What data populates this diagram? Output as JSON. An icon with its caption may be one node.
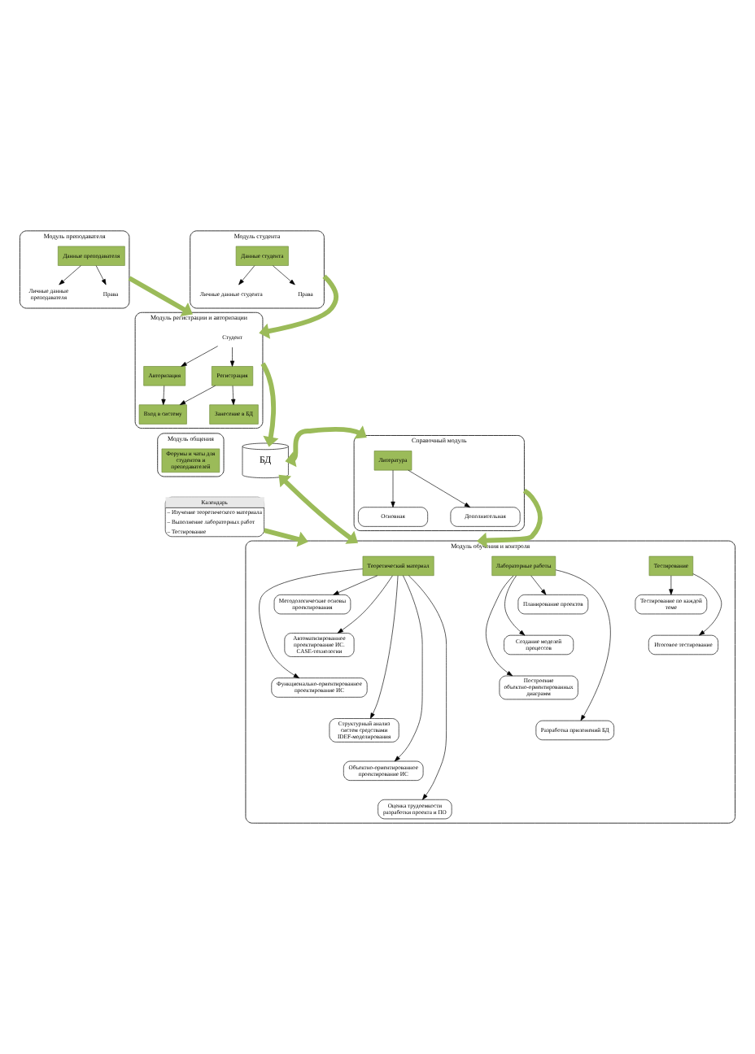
{
  "diagram": {
    "nodes": [
      {
        "text": [
          "Модуль преподавателя"
        ]
      },
      {
        "text": [
          "Данные преподавателя"
        ],
        "in": 0
      },
      {
        "text": [
          "Личные данные преподавателя"
        ],
        "in": 0
      },
      {
        "text": [
          "Права"
        ],
        "in": 0
      },
      {
        "text": [
          "Модуль студента"
        ]
      },
      {
        "text": [
          "Данные студента"
        ],
        "in": 4
      },
      {
        "text": [
          "Личные данные студента"
        ],
        "in": 4
      },
      {
        "text": [
          "Права"
        ],
        "in": 4
      },
      {
        "text": [
          "Модуль регистрации и авторизации"
        ]
      },
      {
        "text": [
          "Студент"
        ],
        "in": 8
      },
      {
        "text": [
          "Авторизация"
        ],
        "in": 8
      },
      {
        "text": [
          "Регистрация"
        ],
        "in": 8
      },
      {
        "text": [
          "Вход в систему"
        ],
        "in": 8
      },
      {
        "text": [
          "Занесение в БД"
        ],
        "in": 8
      },
      {
        "text": [
          "Модуль общения"
        ]
      },
      {
        "text": [
          "Форумы и чаты для студентов и преподавателей"
        ],
        "in": 14
      },
      {
        "text": [
          "Календарь",
          "– Изучение теоретического материала",
          "– Выполнение лабораторных работ",
          "– Тестирование"
        ]
      },
      {
        "text": [
          "БД"
        ]
      },
      {
        "text": [
          "Справочный модуль"
        ]
      },
      {
        "text": [
          "Литература"
        ],
        "in": 18
      },
      {
        "text": [
          "Основная"
        ],
        "in": 18
      },
      {
        "text": [
          "Дополнительная"
        ],
        "in": 18
      },
      {
        "text": [
          "Модуль обучения и контроля"
        ]
      },
      {
        "text": [
          "Теоретический материал"
        ],
        "in": 22
      },
      {
        "text": [
          "Методологические основы проектирования"
        ],
        "in": 22
      },
      {
        "text": [
          "Автоматизированное проектирование ИС. CASE-технологии"
        ],
        "in": 22
      },
      {
        "text": [
          "Функционально-ориентированное проектирование ИС"
        ],
        "in": 22
      },
      {
        "text": [
          "Структурный анализ систем средствами IDEF-моделирования"
        ],
        "in": 22
      },
      {
        "text": [
          "Объектно-ориентированное проектирование ИС"
        ],
        "in": 22
      },
      {
        "text": [
          "Оценка трудоемкости разработки проекта и ПО"
        ],
        "in": 22
      },
      {
        "text": [
          "Лабораторные работы"
        ],
        "in": 22
      },
      {
        "text": [
          "Планирование проектов"
        ],
        "in": 22
      },
      {
        "text": [
          "Создание моделей процессов"
        ],
        "in": 22
      },
      {
        "text": [
          "Построение объектно-ориентированных диаграмм"
        ],
        "in": 22
      },
      {
        "text": [
          "Разработка приложений БД"
        ],
        "in": 22
      },
      {
        "text": [
          "Тестирование"
        ],
        "in": 22
      },
      {
        "text": [
          "Тестирование по каждой теме"
        ],
        "in": 22
      },
      {
        "text": [
          "Итоговое тестирование"
        ],
        "in": 22
      }
    ],
    "edges": [
      {
        "from": 1,
        "to": 2,
        "arrow": "to"
      },
      {
        "from": 1,
        "to": 3,
        "arrow": "to"
      },
      {
        "from": 5,
        "to": 6,
        "arrow": "to"
      },
      {
        "from": 5,
        "to": 7,
        "arrow": "to"
      },
      {
        "from": 0,
        "to": 8,
        "arrow": "to",
        "style": "thick",
        "color": "#9bbb59"
      },
      {
        "from": 4,
        "to": 8,
        "arrow": "to",
        "style": "thick",
        "color": "#9bbb59"
      },
      {
        "from": 9,
        "to": 10,
        "arrow": "to"
      },
      {
        "from": 9,
        "to": 11,
        "arrow": "to"
      },
      {
        "from": 10,
        "to": 12,
        "arrow": "to"
      },
      {
        "from": 11,
        "to": 12,
        "arrow": "to"
      },
      {
        "from": 11,
        "to": 13,
        "arrow": "to"
      },
      {
        "from": 8,
        "to": 17,
        "arrow": "to",
        "style": "thick",
        "color": "#9bbb59"
      },
      {
        "from": 17,
        "to": 18,
        "arrow": "both",
        "style": "thick",
        "color": "#9bbb59"
      },
      {
        "from": 19,
        "to": 20,
        "arrow": "to"
      },
      {
        "from": 19,
        "to": 21,
        "arrow": "to"
      },
      {
        "from": 16,
        "to": 22,
        "arrow": "to",
        "style": "thick",
        "color": "#9bbb59"
      },
      {
        "from": 17,
        "to": 22,
        "arrow": "both",
        "style": "thick",
        "color": "#9bbb59"
      },
      {
        "from": 18,
        "to": 22,
        "arrow": "to",
        "style": "thick",
        "color": "#9bbb59"
      },
      {
        "from": 23,
        "to": 24,
        "arrow": "to"
      },
      {
        "from": 23,
        "to": 25,
        "arrow": "to"
      },
      {
        "from": 23,
        "to": 26,
        "arrow": "to"
      },
      {
        "from": 23,
        "to": 27,
        "arrow": "to"
      },
      {
        "from": 23,
        "to": 28,
        "arrow": "to"
      },
      {
        "from": 23,
        "to": 29,
        "arrow": "to"
      },
      {
        "from": 30,
        "to": 31,
        "arrow": "to"
      },
      {
        "from": 30,
        "to": 32,
        "arrow": "to"
      },
      {
        "from": 30,
        "to": 33,
        "arrow": "to"
      },
      {
        "from": 30,
        "to": 34,
        "arrow": "to"
      },
      {
        "from": 35,
        "to": 36,
        "arrow": "to"
      },
      {
        "from": 35,
        "to": 37,
        "arrow": "to"
      }
    ]
  }
}
